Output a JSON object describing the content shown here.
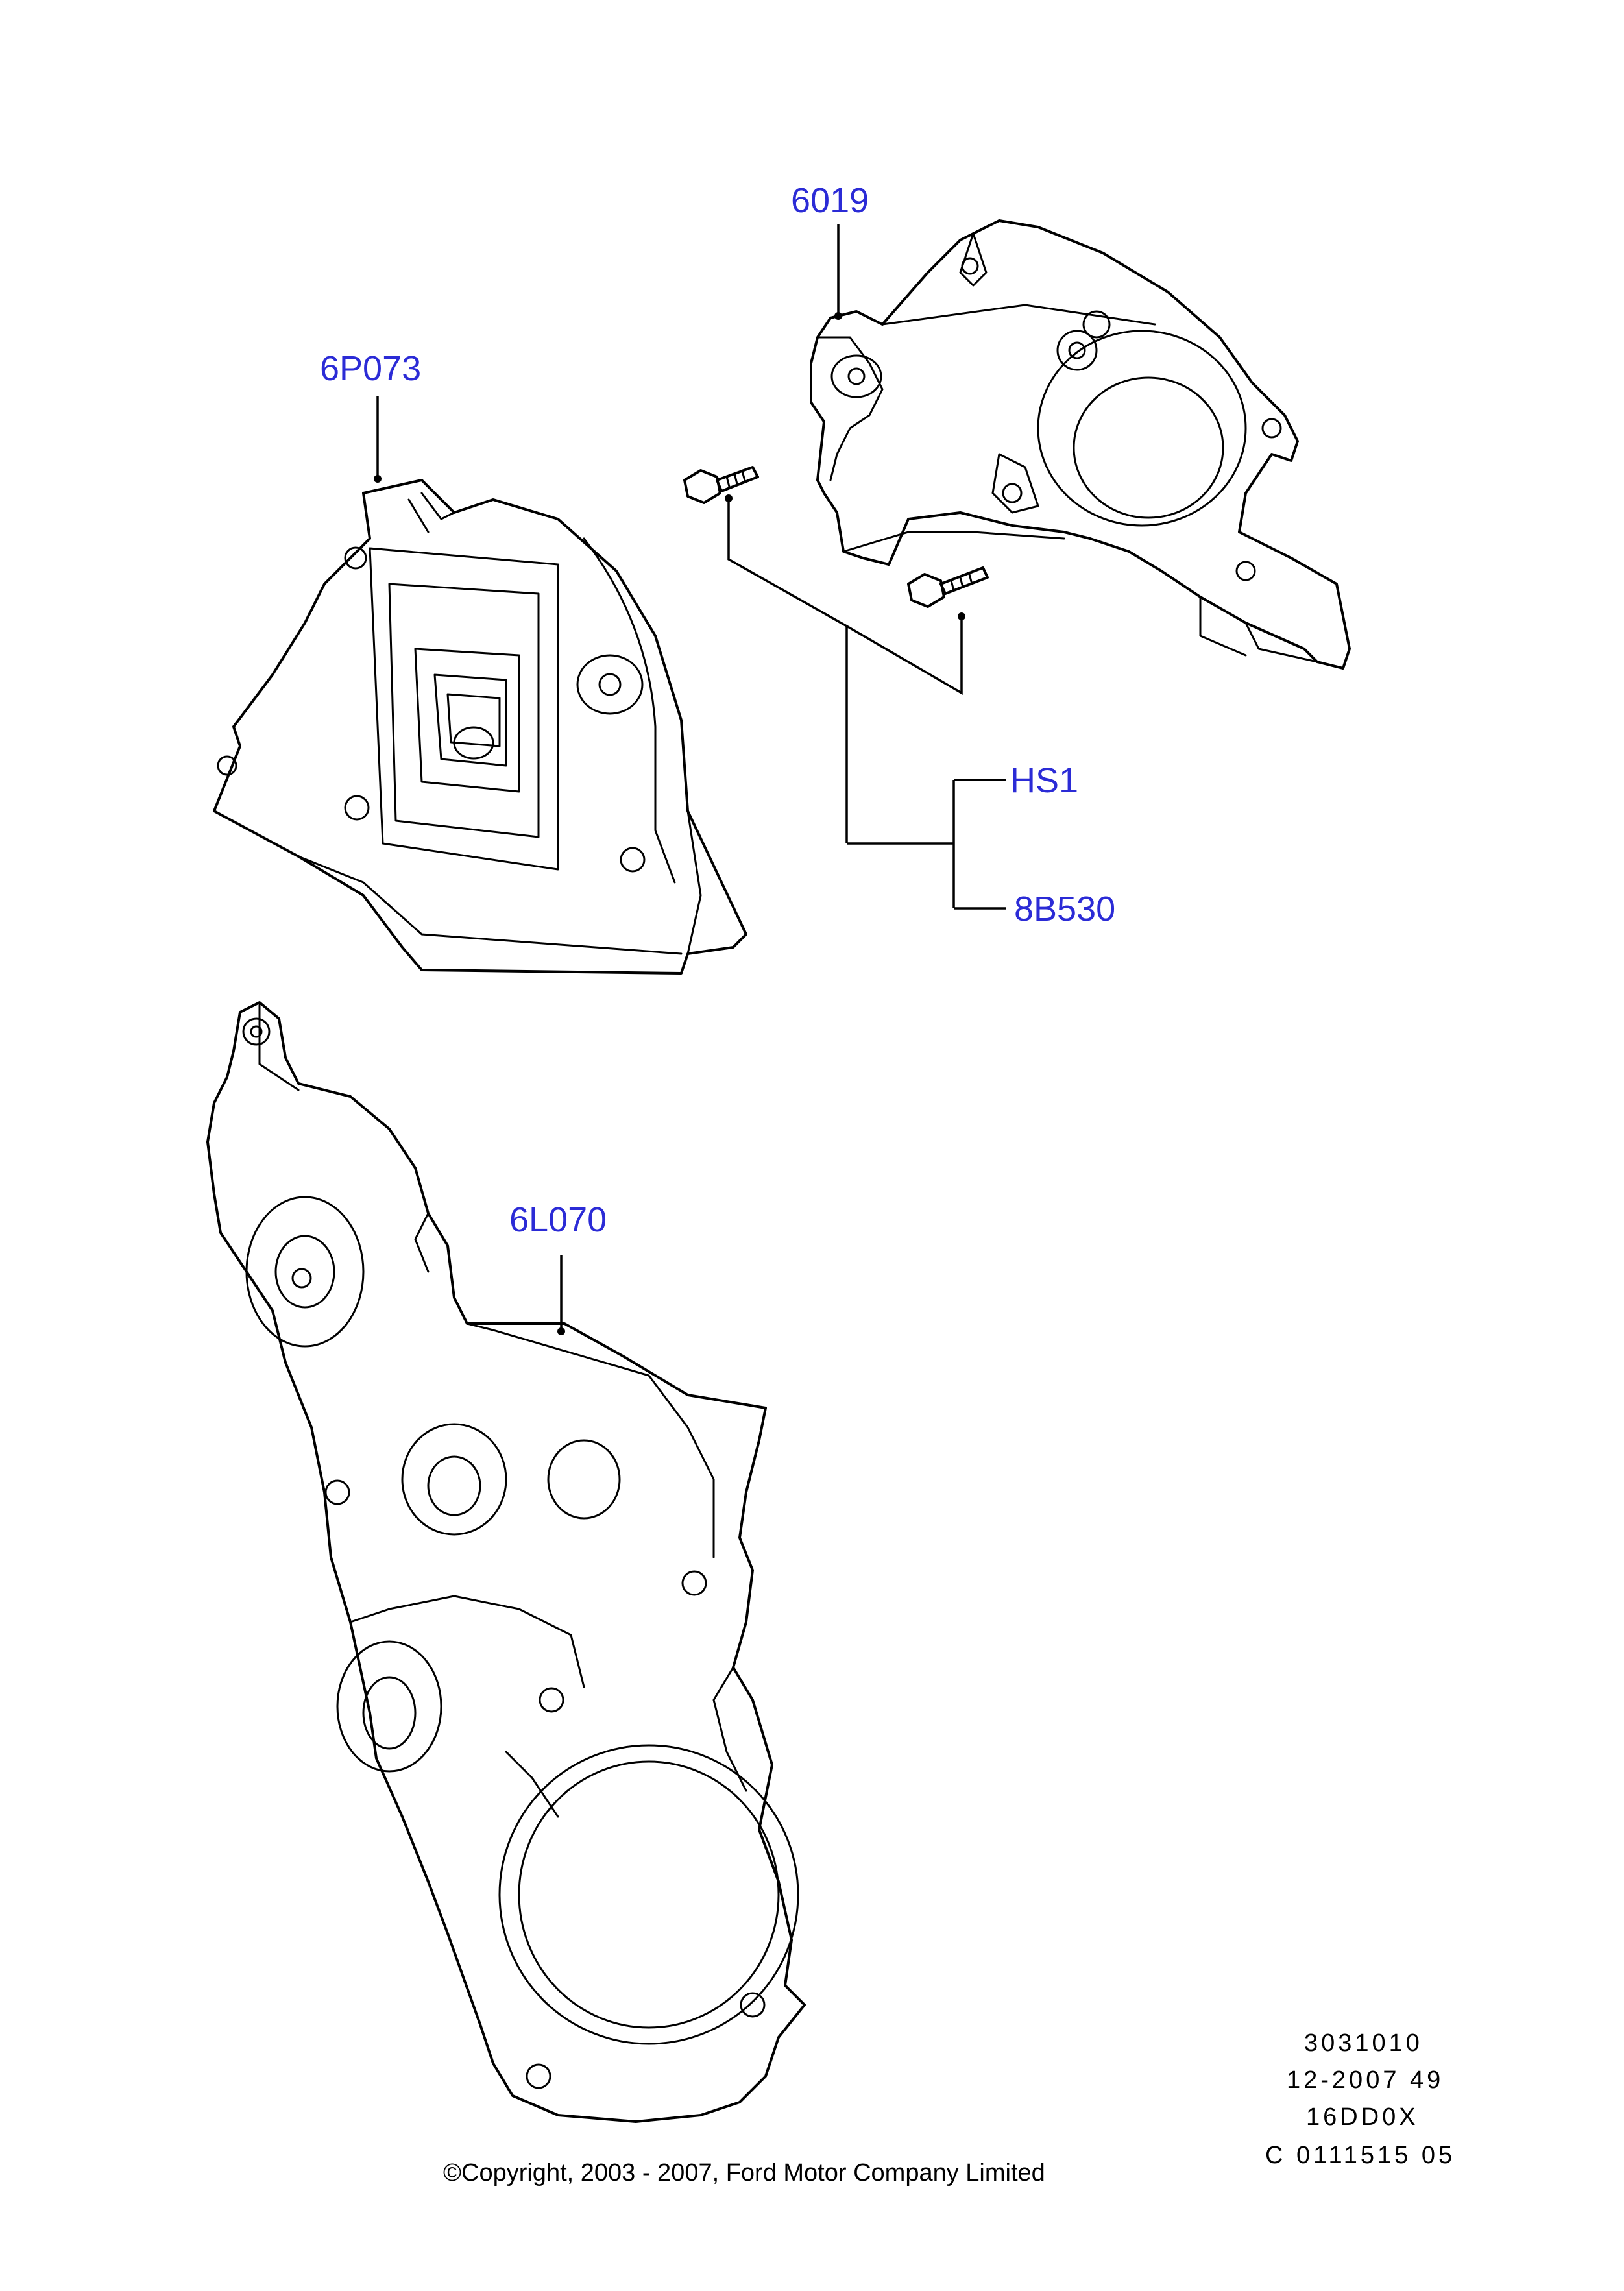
{
  "callouts": {
    "part_6019": "6019",
    "part_6P073": "6P073",
    "part_HS1": "HS1",
    "part_8B530": "8B530",
    "part_6L070": "6L070"
  },
  "diagram_codes": {
    "line1": "3031010",
    "line2": "12-2007 49",
    "line3": "16DD0X",
    "line4": "C 0111515 05"
  },
  "copyright": "©Copyright, 2003 - 2007, Ford Motor Company Limited",
  "colors": {
    "callout_text": "#2b2bd6",
    "line_art": "#000000",
    "background": "#ffffff"
  }
}
